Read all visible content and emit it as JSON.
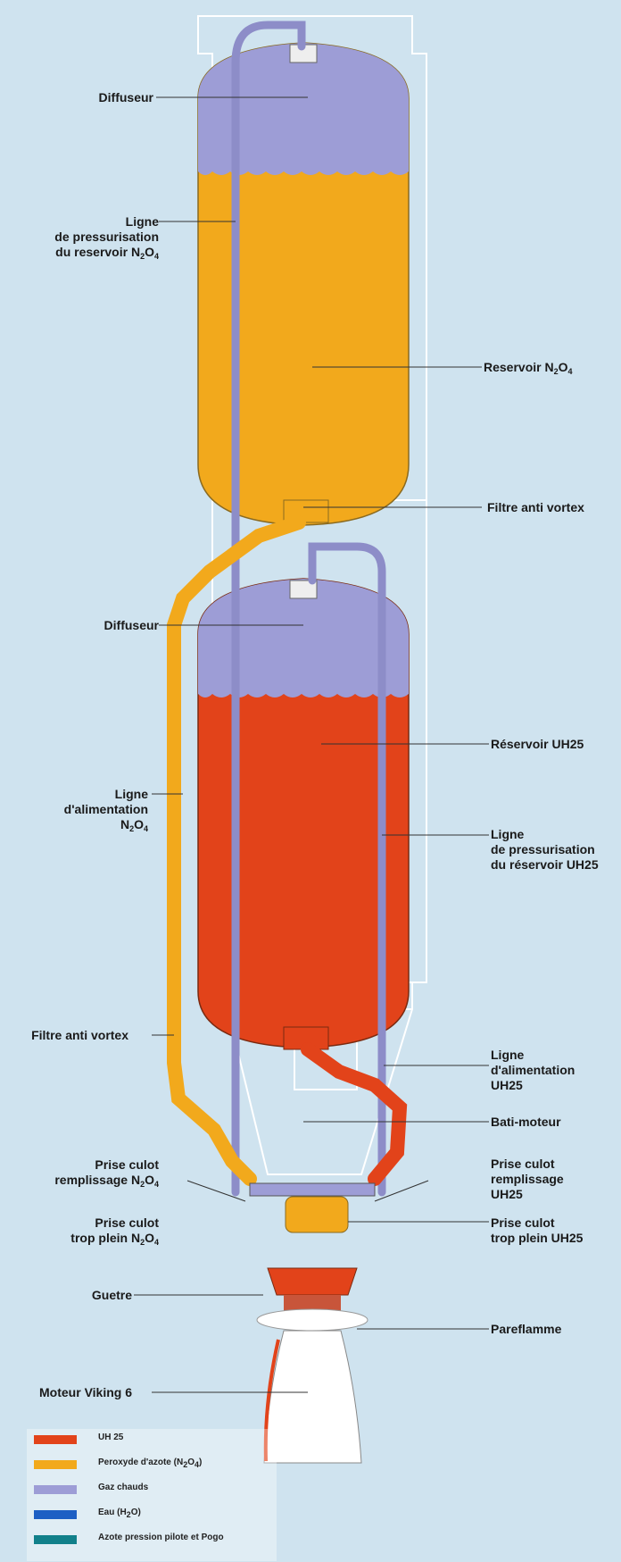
{
  "labels_left": {
    "diffuseur_top": "Diffuseur",
    "ligne_press_n2o4": [
      "Ligne",
      "de pressurisation",
      "du reservoir N",
      "2",
      "O",
      "4"
    ],
    "diffuseur_mid": "Diffuseur",
    "ligne_alim_n2o4": [
      "Ligne",
      "d'alimentation",
      "N",
      "2",
      "O",
      "4"
    ],
    "filtre_left": "Filtre anti vortex",
    "prise_remp_n2o4": [
      "Prise culot",
      "remplissage N",
      "2",
      "O",
      "4"
    ],
    "prise_trop_n2o4": [
      "Prise culot",
      "trop plein N",
      "2",
      "O",
      "4"
    ],
    "guetre": "Guetre",
    "moteur": "Moteur Viking 6"
  },
  "labels_right": {
    "reservoir_n2o4": [
      "Reservoir N",
      "2",
      "O",
      "4"
    ],
    "filtre_right": "Filtre anti vortex",
    "reservoir_uh25": "Réservoir UH25",
    "ligne_press_uh25": [
      "Ligne",
      "de pressurisation",
      "du réservoir UH25"
    ],
    "ligne_alim_uh25": [
      "Ligne",
      "d'alimentation",
      "UH25"
    ],
    "bati": "Bati-moteur",
    "prise_remp_uh25": [
      "Prise culot",
      "remplissage",
      "UH25"
    ],
    "prise_trop_uh25": [
      "Prise culot",
      "trop plein UH25"
    ],
    "pareflamme": "Pareflamme"
  },
  "legend": [
    {
      "label": "UH 25",
      "color": "#e2431a"
    },
    {
      "label": "Peroxyde d'azote (N",
      "sub": [
        "2",
        "O",
        "4"
      ],
      "tail": ")",
      "color": "#f2a91c"
    },
    {
      "label": "Gaz chauds",
      "color": "#9d9dd6"
    },
    {
      "label": "Eau (H",
      "sub": [
        "2",
        "O"
      ],
      "tail": ")",
      "color": "#1d5fc4"
    },
    {
      "label": "Azote pression pilote et Pogo",
      "color": "#11808a"
    }
  ],
  "colors": {
    "uh25": "#e2431a",
    "n2o4": "#f2a91c",
    "gaz": "#9d9dd6",
    "background": "#cfe3ef"
  }
}
